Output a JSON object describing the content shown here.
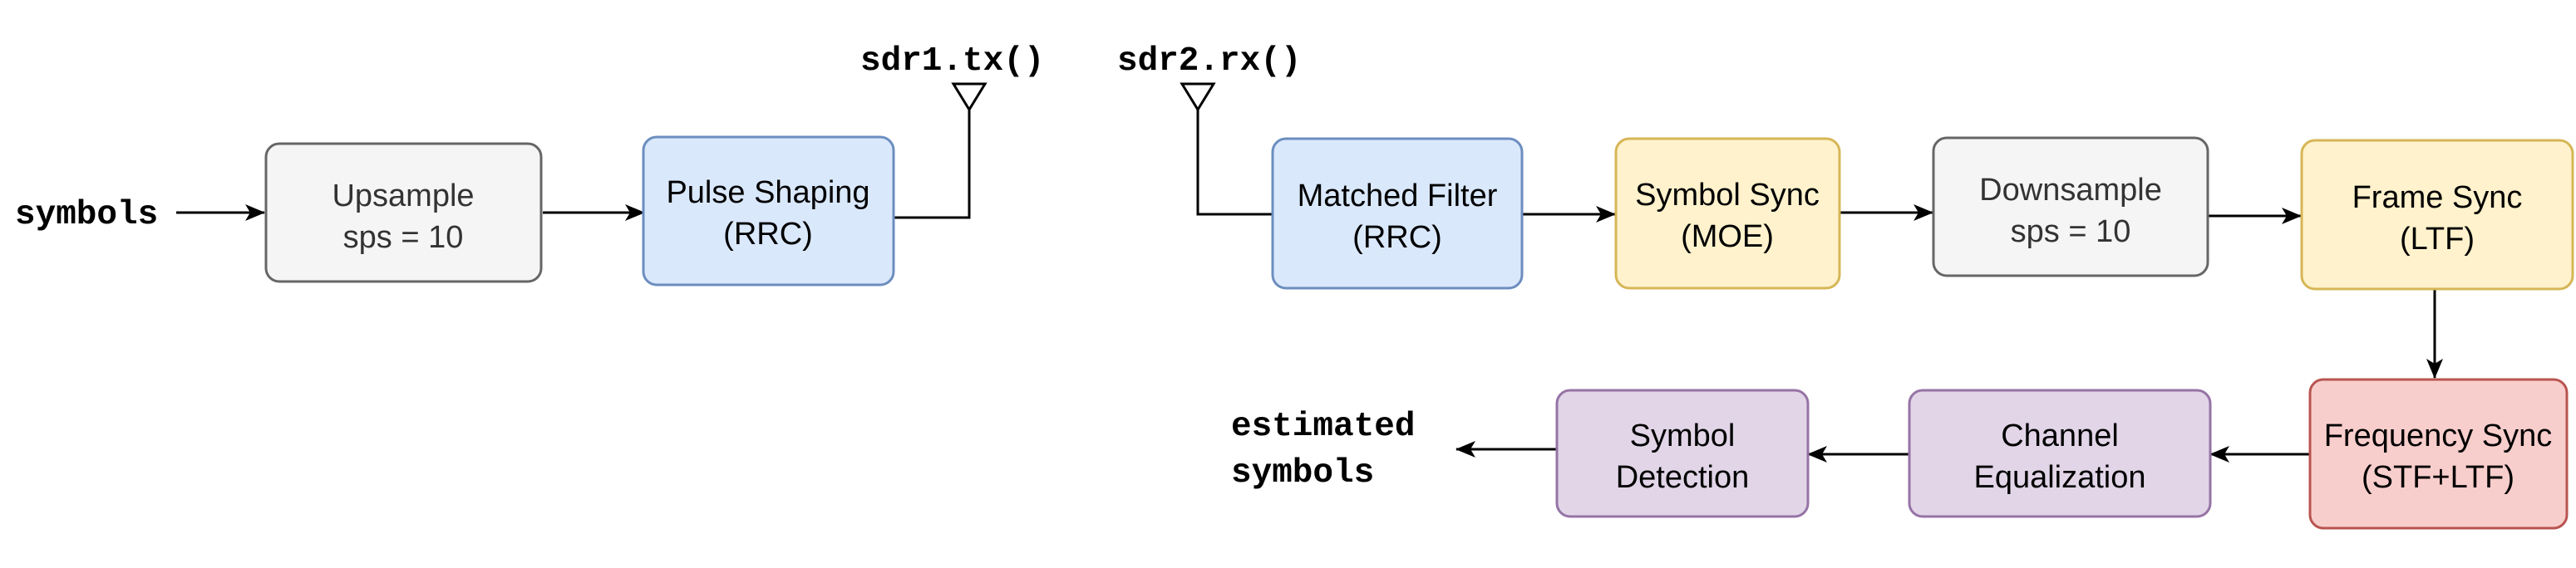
{
  "colors": {
    "gray_fill": "#f5f5f5",
    "gray_stroke": "#666666",
    "blue_fill": "#dae8fc",
    "blue_stroke": "#6c8ebf",
    "yellow_fill": "#fff2cc",
    "yellow_stroke": "#d6b656",
    "red_fill": "#f8cecc",
    "red_stroke": "#b85450",
    "purple_fill": "#e1d5e7",
    "purple_stroke": "#9673a6"
  },
  "io": {
    "input": "symbols",
    "output_line1": "estimated",
    "output_line2": "symbols"
  },
  "antennas": {
    "tx": "sdr1.tx()",
    "rx": "sdr2.rx()"
  },
  "blocks": {
    "upsample": {
      "line1": "Upsample",
      "line2": "sps = 10"
    },
    "pulse_shaping": {
      "line1": "Pulse Shaping",
      "line2": "(RRC)"
    },
    "matched_filter": {
      "line1": "Matched Filter",
      "line2": "(RRC)"
    },
    "symbol_sync": {
      "line1": "Symbol Sync",
      "line2": "(MOE)"
    },
    "downsample": {
      "line1": "Downsample",
      "line2": "sps = 10"
    },
    "frame_sync": {
      "line1": "Frame Sync",
      "line2": "(LTF)"
    },
    "frequency_sync": {
      "line1": "Frequency Sync",
      "line2": "(STF+LTF)"
    },
    "channel_equalization": {
      "line1": "Channel",
      "line2": "Equalization"
    },
    "symbol_detection": {
      "line1": "Symbol",
      "line2": "Detection"
    }
  }
}
